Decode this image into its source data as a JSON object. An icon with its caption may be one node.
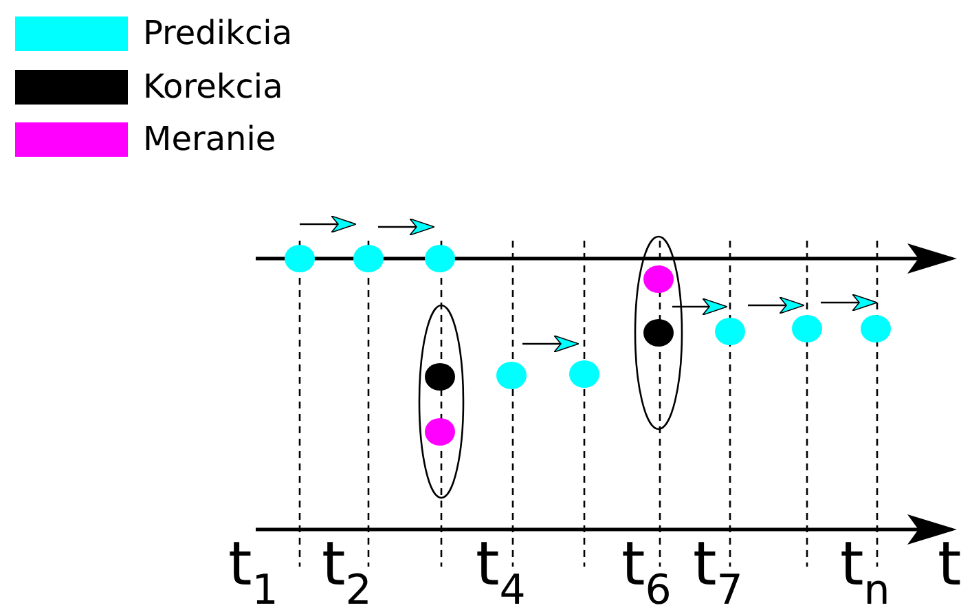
{
  "diagram": {
    "labels": [
      "t$_{1}$",
      "t$_{2}$",
      "t$_{4}$",
      "t$_{6}$",
      "t$_{7}$",
      "t$_{n}$",
      "t"
    ],
    "legend": [
      {
        "text": "Predikcia",
        "color": "#00ffff"
      },
      {
        "text": "Korekcia",
        "color": "#000000"
      },
      {
        "text": "Meranie",
        "color": "#ff00ff"
      }
    ]
  }
}
